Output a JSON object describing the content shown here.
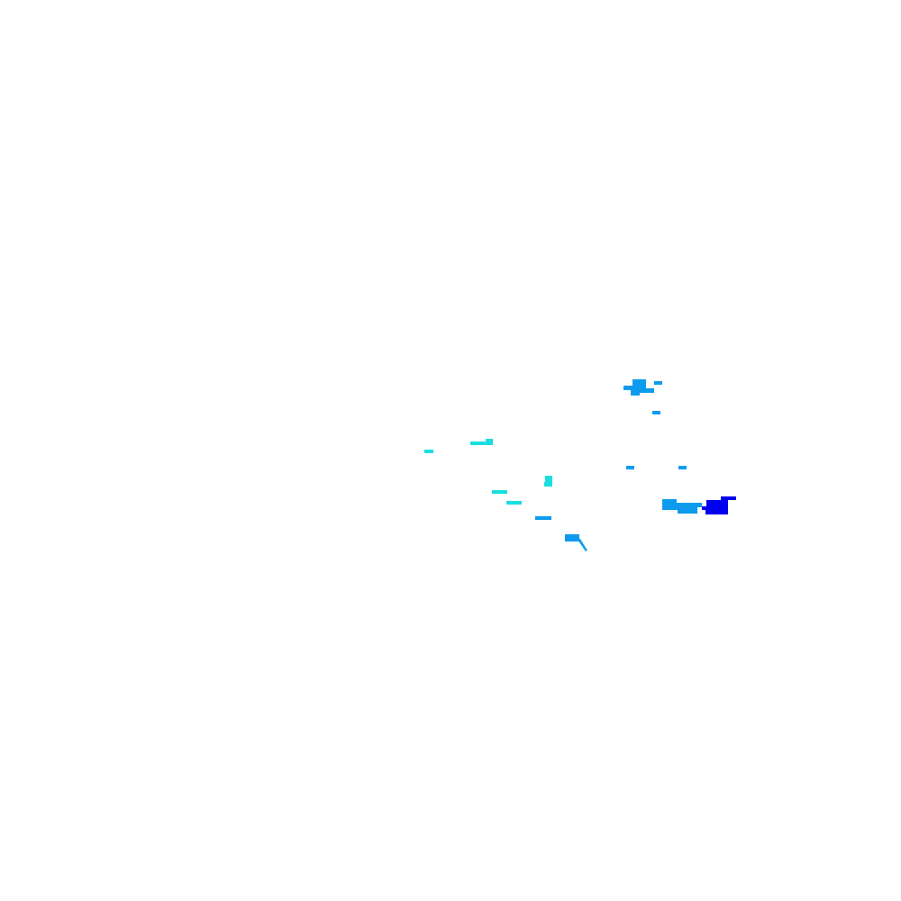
{
  "map": {
    "background": "#ffffff",
    "legend_colors": {
      "light": "#1adede",
      "medium": "#0e9bed",
      "dark": "#0000f0"
    },
    "features": [
      {
        "name": "patch-northeast",
        "intensity": "medium"
      },
      {
        "name": "patch-northeast-spur",
        "intensity": "medium"
      },
      {
        "name": "patch-northeast-dot",
        "intensity": "medium"
      },
      {
        "name": "patch-west-dot",
        "intensity": "light"
      },
      {
        "name": "patch-west-strip",
        "intensity": "light"
      },
      {
        "name": "patch-center-dot-a",
        "intensity": "medium"
      },
      {
        "name": "patch-center-dot-b",
        "intensity": "medium"
      },
      {
        "name": "patch-center-blob",
        "intensity": "light"
      },
      {
        "name": "patch-south-strip-a",
        "intensity": "light"
      },
      {
        "name": "patch-south-strip-b",
        "intensity": "light"
      },
      {
        "name": "patch-south-strip-c",
        "intensity": "medium"
      },
      {
        "name": "patch-south-cell",
        "intensity": "medium"
      },
      {
        "name": "patch-south-tail",
        "intensity": "medium"
      },
      {
        "name": "patch-east-band",
        "intensity": "medium"
      },
      {
        "name": "patch-east-core",
        "intensity": "dark"
      }
    ]
  }
}
